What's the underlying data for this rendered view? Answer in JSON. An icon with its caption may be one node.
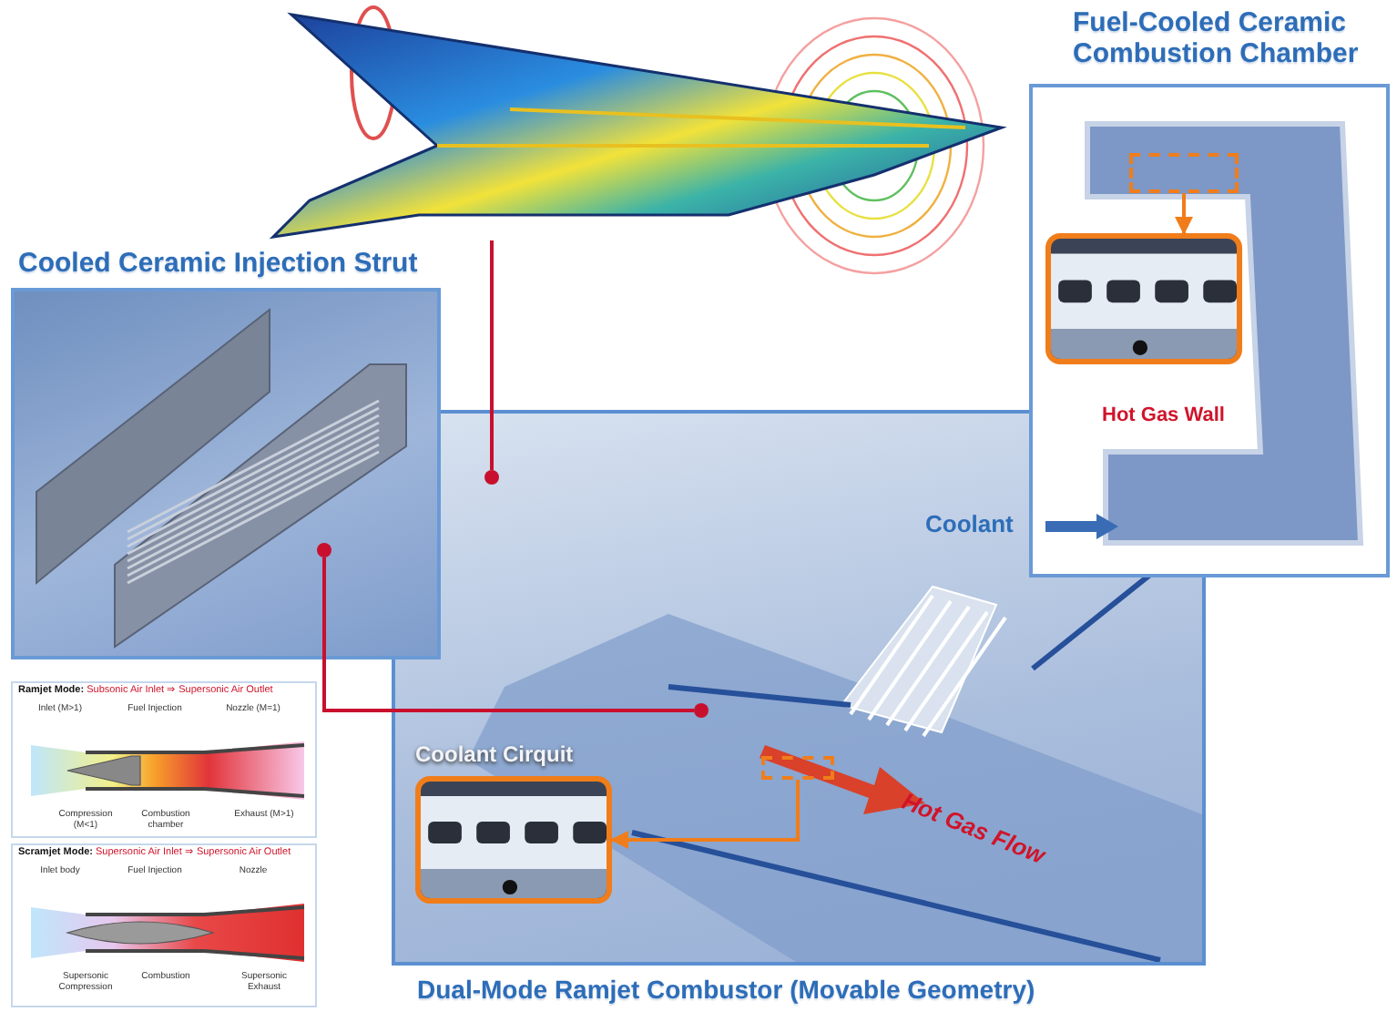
{
  "diagram": {
    "nodes": [
      {
        "text": [],
        "shape": "picture"
      },
      {
        "text": [
          "Cooled Ceramic Injection Strut"
        ]
      },
      {
        "text": [],
        "shape": "circle",
        "in": 1
      },
      {
        "text": [
          "Dual-Mode Ramjet Combustor (Movable Geometry)",
          "Hot Gas Flow"
        ]
      },
      {
        "text": [],
        "shape": "circle",
        "in": 3
      },
      {
        "text": [],
        "shape": "circle",
        "in": 3
      },
      {
        "text": [],
        "shape": "box",
        "in": 3
      },
      {
        "text": [],
        "shape": "picture",
        "in": 3,
        "beside": [
          "Coolant Cirquit"
        ]
      },
      {
        "text": [
          "Fuel-Cooled  Ceramic Combustion Chamber",
          "Hot Gas Wall"
        ],
        "beside": [
          "Coolant"
        ]
      },
      {
        "text": [],
        "shape": "box",
        "in": 8
      },
      {
        "text": [],
        "shape": "picture",
        "in": 8
      },
      {
        "text": [
          "**Ramjet Mode:** Subsonic Air Inlet ⇒ Supersonic Air Outlet",
          "Inlet (M>1)",
          "Fuel Injection",
          "Nozzle (M=1)",
          "Compression (M<1)",
          "Combustion chamber",
          "Exhaust (M>1)"
        ]
      },
      {
        "text": [
          "**Scramjet Mode:** Supersonic Air Inlet ⇒ Supersonic Air Outlet",
          "Inlet body",
          "Fuel Injection",
          "Nozzle",
          "Supersonic Compression",
          "Combustion",
          "Supersonic Exhaust"
        ]
      }
    ],
    "edges": [
      {
        "from": 0,
        "to": 4,
        "arrow": "none",
        "color": "#c8102e"
      },
      {
        "from": 2,
        "to": 5,
        "arrow": "none",
        "color": "#c8102e"
      },
      {
        "from": 6,
        "to": 7,
        "arrow": "to",
        "color": "#f07d1a"
      },
      {
        "from": 9,
        "to": 10,
        "arrow": "to",
        "color": "#f07d1a"
      }
    ]
  }
}
